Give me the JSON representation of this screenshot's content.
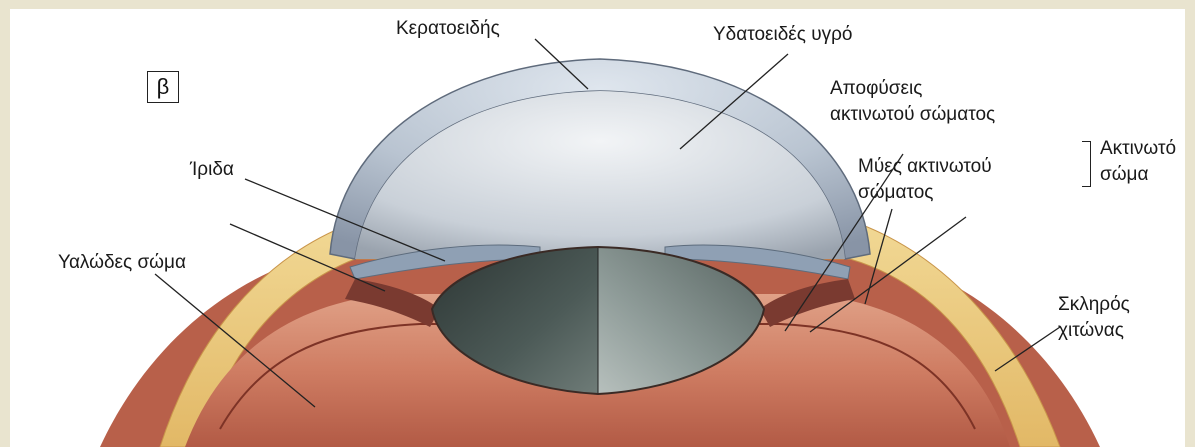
{
  "panel_letter": "β",
  "labels": {
    "cornea": "Κερατοειδής",
    "aqueous_humor": "Υδατοειδές υγρό",
    "ciliary_processes_line1": "Αποφύσεις",
    "ciliary_processes_line2": "ακτινωτού σώματος",
    "ciliary_body_line1": "Ακτινωτό",
    "ciliary_body_line2": "σώμα",
    "iris": "Ίριδα",
    "ciliary_muscles_line1": "Μύες ακτινωτού",
    "ciliary_muscles_line2": "σώματος",
    "vitreous_body": "Υαλώδες σώμα",
    "sclera_line1": "Σκληρός",
    "sclera_line2": "χιτώνας"
  },
  "colors": {
    "page_background": "#e9e4cf",
    "cornea": "#a7b4c6",
    "sclera": "#e8c77a",
    "vitreous": "#c8745c",
    "lens_dark": "#3e4a48",
    "iris": "#8a9bb0",
    "ciliary_muscle": "#7a3a30"
  }
}
